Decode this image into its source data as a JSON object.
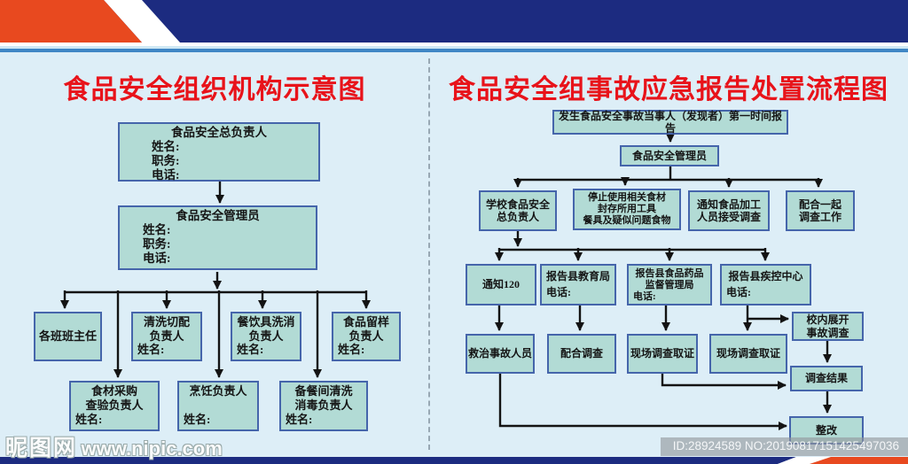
{
  "colors": {
    "background": "#ddeef7",
    "title_red": "#e8131a",
    "box_fill": "#b2dbd5",
    "box_border": "#4565ab",
    "banner_navy": "#1c2b80",
    "banner_orange": "#e8491f",
    "stripe_blue": "#3f86c5"
  },
  "watermark": {
    "site_name": "昵图网",
    "site_url": "www.nipic.com",
    "id_stamp": "ID:28924589 NO:20190817151425497036"
  },
  "left_chart": {
    "title": "食品安全组织机构示意图",
    "nodes": {
      "head_title": "食品安全总负责人",
      "head_fields": "姓名:\n职务:\n电话:",
      "manager_title": "食品安全管理员",
      "manager_fields": "姓名:\n职务:\n电话:",
      "class_teacher": "各班班主任",
      "wash_cut_title": "清洗切配\n负责人",
      "wash_cut_field": "姓名:",
      "dishware_title": "餐饮具洗消\n负责人",
      "dishware_field": "姓名:",
      "sample_title": "食品留样\n负责人",
      "sample_field": "姓名:",
      "purchase_title": "食材采购\n查验负责人",
      "purchase_field": "姓名:",
      "cook_title": "烹饪负责人",
      "cook_field": "姓名:",
      "pantry_title": "备餐间清洗\n消毒负责人",
      "pantry_field": "姓名:"
    }
  },
  "right_chart": {
    "title": "食品安全组事故应急报告处置流程图",
    "nodes": {
      "incident_report": "发生食品安全事故当事人（发现者）第一时间报告",
      "safety_manager": "食品安全管理员",
      "school_head": "学校食品安全\n总负责人",
      "stop_use": "停止使用相关食材\n封存所用工具\n餐具及疑似问题食物",
      "notify_staff": "通知食品加工\n人员接受调查",
      "cooperate": "配合一起\n调查工作",
      "call_120": "通知120",
      "edu_bureau_title": "报告县教育局",
      "edu_bureau_phone": "电话:",
      "fda_title": "报告县食品药品\n监督管理局",
      "fda_phone": "电话:",
      "cdc_title": "报告县疾控中心",
      "cdc_phone": "电话:",
      "rescue": "救治事故人员",
      "assist_investigation": "配合调查",
      "scene_evidence_1": "现场调查取证",
      "scene_evidence_2": "现场调查取证",
      "school_investigation": "校内展开\n事故调查",
      "investigation_result": "调查结果",
      "rectification": "整改"
    }
  }
}
